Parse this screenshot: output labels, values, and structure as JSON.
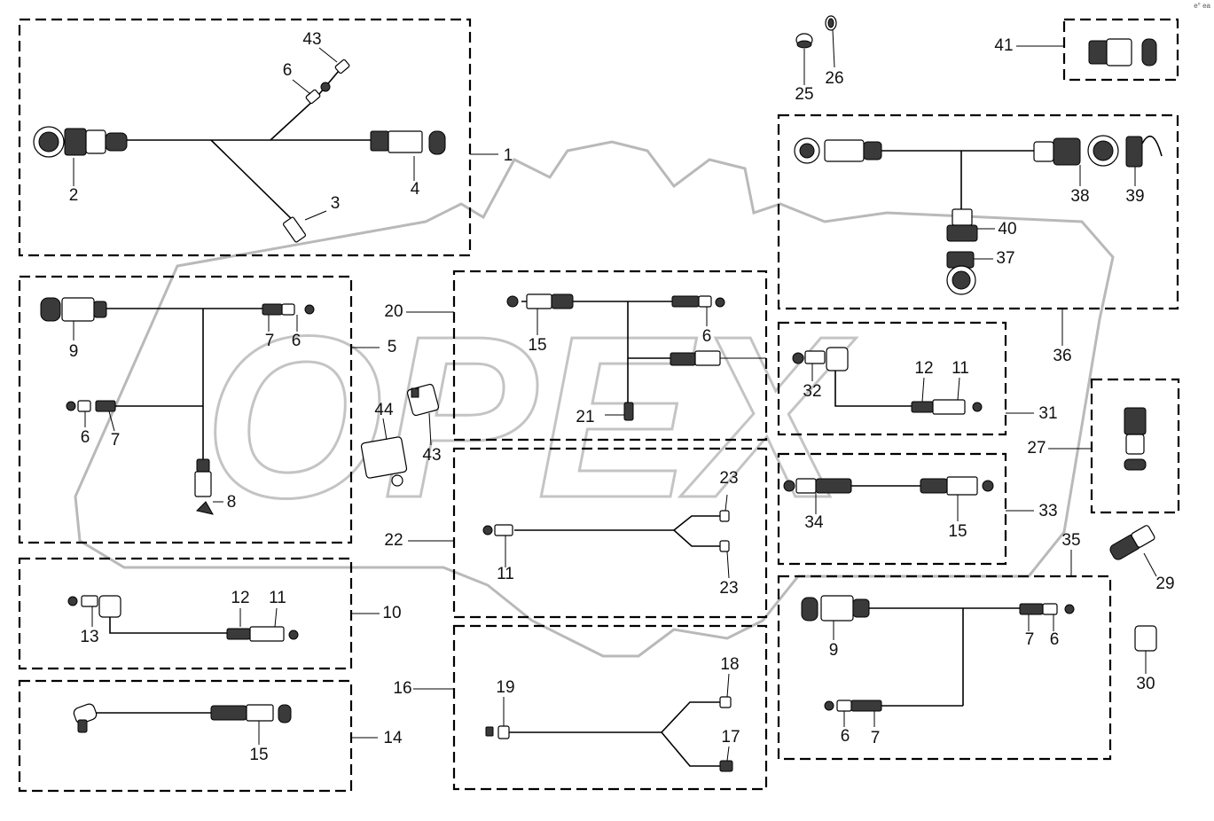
{
  "watermark": {
    "text": "OPEX"
  },
  "corner_mark": "e° ea",
  "callouts": {
    "c1": "1",
    "c2": "2",
    "c3": "3",
    "c4": "4",
    "c5": "5",
    "c6a": "6",
    "c6b": "6",
    "c6c": "6",
    "c6d": "6",
    "c6e": "6",
    "c6f": "6",
    "c7a": "7",
    "c7b": "7",
    "c7c": "7",
    "c7d": "7",
    "c8": "8",
    "c9a": "9",
    "c9b": "9",
    "c10": "10",
    "c11a": "11",
    "c11b": "11",
    "c11c": "11",
    "c12a": "12",
    "c12b": "12",
    "c13": "13",
    "c14": "14",
    "c15a": "15",
    "c15b": "15",
    "c15c": "15",
    "c16": "16",
    "c17": "17",
    "c18": "18",
    "c19": "19",
    "c20": "20",
    "c21": "21",
    "c22": "22",
    "c23a": "23",
    "c23b": "23",
    "c25": "25",
    "c26": "26",
    "c27": "27",
    "c29": "29",
    "c30": "30",
    "c31": "31",
    "c32": "32",
    "c33": "33",
    "c34": "34",
    "c35": "35",
    "c36": "36",
    "c37": "37",
    "c38": "38",
    "c39": "39",
    "c40": "40",
    "c41": "41",
    "c43a": "43",
    "c43b": "43",
    "c44": "44"
  }
}
